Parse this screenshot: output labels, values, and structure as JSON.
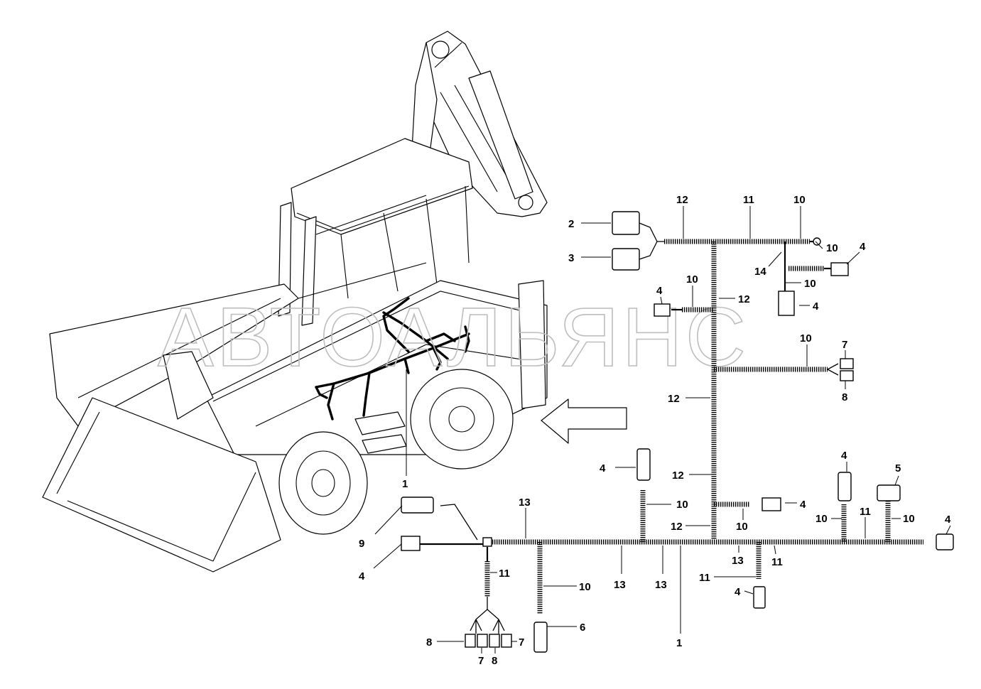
{
  "watermark": "АВТОАЛЬЯНС",
  "machine": {
    "callout": "1"
  },
  "top_harness": {
    "labels": [
      "12",
      "11",
      "10",
      "2",
      "3",
      "10",
      "4",
      "14",
      "10",
      "4",
      "10",
      "12",
      "4",
      "10",
      "7",
      "8",
      "12"
    ]
  },
  "bottom_harness": {
    "labels": [
      "4",
      "12",
      "4",
      "5",
      "10",
      "4",
      "9",
      "13",
      "12",
      "10",
      "10",
      "11",
      "10",
      "4",
      "4",
      "11",
      "13",
      "11",
      "10",
      "13",
      "13",
      "11",
      "4",
      "6",
      "1",
      "8",
      "7",
      "7",
      "8"
    ]
  }
}
